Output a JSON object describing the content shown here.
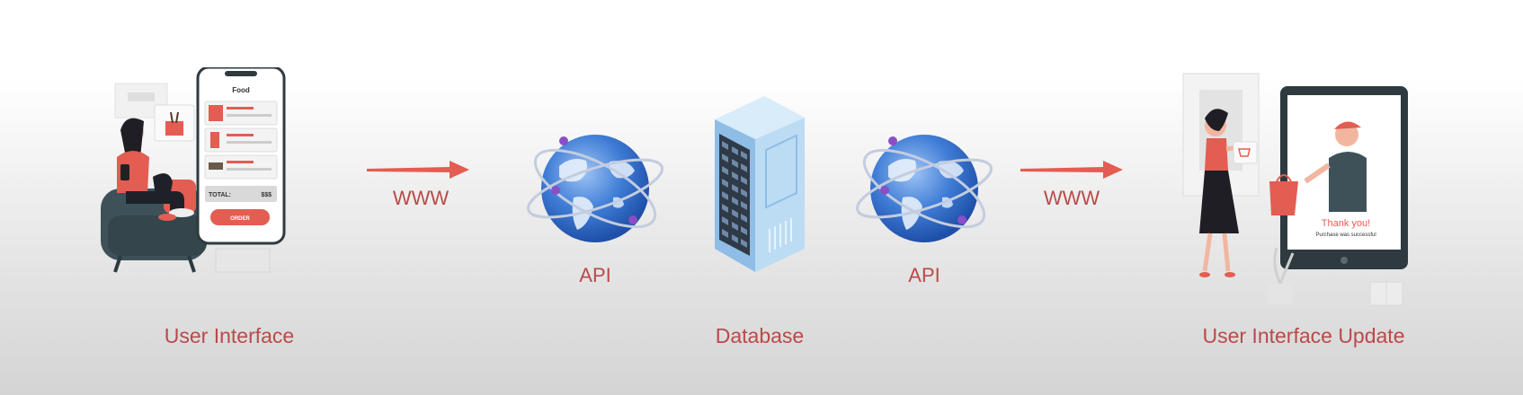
{
  "captions": {
    "user_interface": "User Interface",
    "database": "Database",
    "user_interface_update": "User Interface Update"
  },
  "connectors": {
    "www_left": "WWW",
    "www_right": "WWW",
    "api_left": "API",
    "api_right": "API"
  },
  "phone_screen": {
    "title": "Food",
    "total_label": "TOTAL:",
    "total_value": "$$$",
    "order_button": "ORDER"
  },
  "tablet_screen": {
    "thank_you": "Thank you!",
    "message": "Purchase was successful"
  },
  "colors": {
    "accent": "#e35d52",
    "caption_text": "#b94a4a",
    "dark": "#2f3a40",
    "globe_blue": "#4a86d8",
    "server_blue": "#bcdcf3"
  }
}
